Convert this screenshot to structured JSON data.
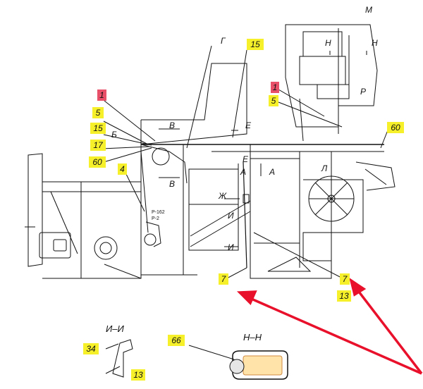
{
  "callouts": [
    {
      "text": "15",
      "color": "yellow"
    },
    {
      "text": "1",
      "color": "red"
    },
    {
      "text": "5",
      "color": "yellow"
    },
    {
      "text": "15",
      "color": "yellow"
    },
    {
      "text": "17",
      "color": "yellow"
    },
    {
      "text": "60",
      "color": "yellow"
    },
    {
      "text": "4",
      "color": "yellow"
    },
    {
      "text": "1",
      "color": "red"
    },
    {
      "text": "5",
      "color": "yellow"
    },
    {
      "text": "60",
      "color": "yellow"
    },
    {
      "text": "7",
      "color": "yellow"
    },
    {
      "text": "7",
      "color": "yellow"
    },
    {
      "text": "13",
      "color": "yellow"
    },
    {
      "text": "34",
      "color": "yellow"
    },
    {
      "text": "13",
      "color": "yellow"
    },
    {
      "text": "66",
      "color": "yellow"
    }
  ],
  "section_letters": {
    "M": "М",
    "H": "Н",
    "G": "Г",
    "B": "В",
    "B6": "Б",
    "E": "Е",
    "A": "А",
    "Zh": "Ж",
    "I": "И",
    "L": "Л",
    "P": "Р"
  },
  "section_titles": {
    "ii": "И–И",
    "nn": "Н–Н"
  },
  "small_text": {
    "p162": "Р-162",
    "r2": "Р-2"
  },
  "colors": {
    "highlight_yellow": "#f5f02a",
    "highlight_red": "#e8506a",
    "arrow_red": "#e8102a",
    "line": "#111111"
  }
}
